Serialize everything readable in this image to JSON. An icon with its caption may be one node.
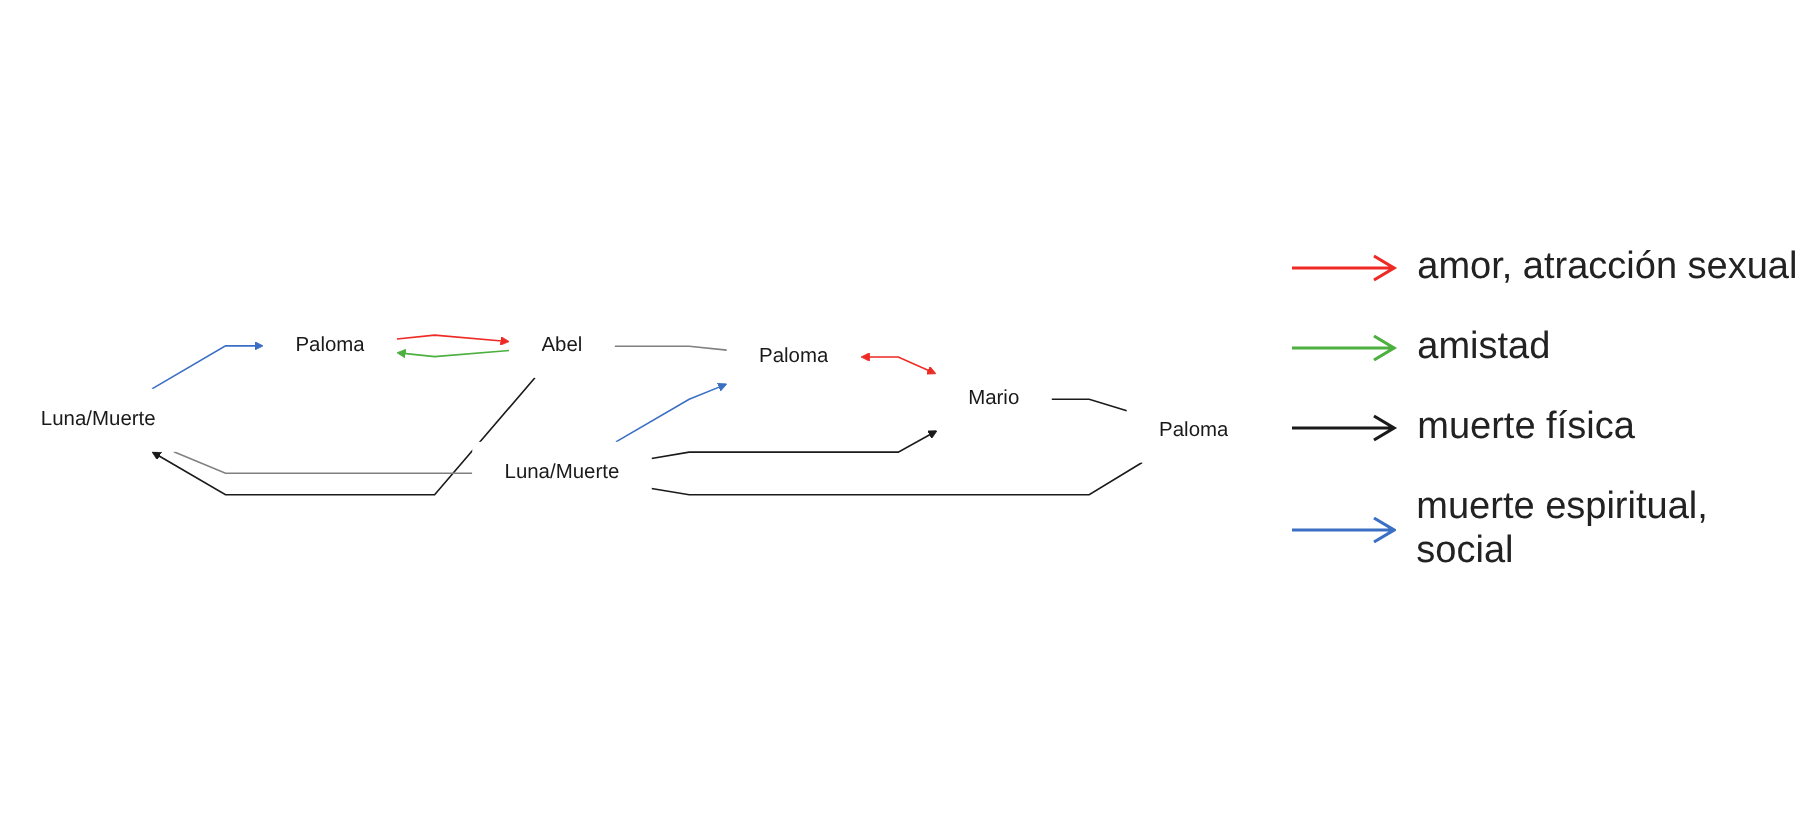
{
  "diagram": {
    "nodes": [
      {
        "text": [
          "Luna/Muerte"
        ]
      },
      {
        "text": [
          "Paloma"
        ]
      },
      {
        "text": [
          "Abel"
        ]
      },
      {
        "text": [
          "Luna/Muerte"
        ]
      },
      {
        "text": [
          "Paloma"
        ]
      },
      {
        "text": [
          "Mario"
        ]
      },
      {
        "text": [
          "Paloma"
        ]
      }
    ],
    "edges": [
      {
        "from": 0,
        "to": 1,
        "arrow": "to",
        "color": "#3a6fc4"
      },
      {
        "from": 2,
        "to": 0,
        "arrow": "to"
      },
      {
        "from": 1,
        "to": 2,
        "arrow": "to",
        "color": "#ee2a24"
      },
      {
        "from": 2,
        "to": 1,
        "arrow": "to",
        "color": "#4caf3f"
      },
      {
        "from": 0,
        "to": 3,
        "arrow": "none",
        "color": "#808080"
      },
      {
        "from": 2,
        "to": 4,
        "arrow": "none",
        "color": "#808080"
      },
      {
        "from": 3,
        "to": 4,
        "arrow": "to",
        "color": "#3a6fc4"
      },
      {
        "from": 3,
        "to": 5,
        "arrow": "to"
      },
      {
        "from": 4,
        "to": 5,
        "arrow": "both",
        "color": "#ee2a24"
      },
      {
        "from": 3,
        "to": 6,
        "arrow": "none"
      },
      {
        "from": 5,
        "to": 6,
        "arrow": "none"
      }
    ],
    "legend": [
      {
        "text": "amor, atracción sexual",
        "color": "#ee2a24"
      },
      {
        "text": "amistad",
        "color": "#4caf3f"
      },
      {
        "text": "muerte física",
        "color": "#1a1a1a"
      },
      {
        "text": "muerte espiritual, social",
        "color": "#3a6fc4"
      }
    ]
  }
}
